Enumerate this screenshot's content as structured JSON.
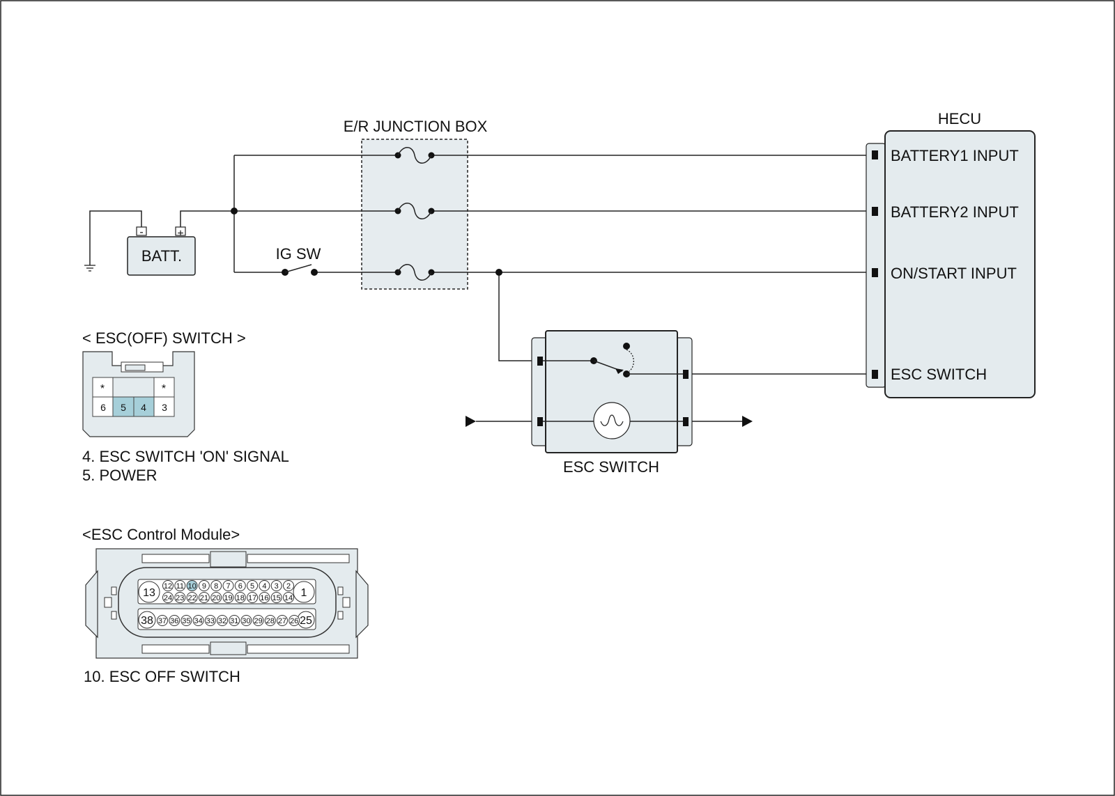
{
  "diagram": {
    "junction_box_title": "E/R JUNCTION BOX",
    "battery_label": "BATT.",
    "battery_neg": "-",
    "battery_pos": "+",
    "ig_sw_label": "IG SW",
    "hecu": {
      "title": "HECU",
      "inputs": [
        "BATTERY1 INPUT",
        "BATTERY2 INPUT",
        "ON/START INPUT",
        "ESC SWITCH"
      ]
    },
    "esc_switch_label": "ESC SWITCH"
  },
  "esc_off_switch_connector": {
    "title": "< ESC(OFF) SWITCH >",
    "marks": [
      "*",
      "*"
    ],
    "pins": [
      {
        "label": "6",
        "highlight": false
      },
      {
        "label": "5",
        "highlight": true
      },
      {
        "label": "4",
        "highlight": true
      },
      {
        "label": "3",
        "highlight": false
      }
    ],
    "notes": [
      "4. ESC SWITCH 'ON' SIGNAL",
      "5. POWER"
    ]
  },
  "esc_control_module_connector": {
    "title": "<ESC Control Module>",
    "big_pins": [
      "13",
      "1",
      "38",
      "25"
    ],
    "row1": [
      "12",
      "11",
      "10",
      "9",
      "8",
      "7",
      "6",
      "5",
      "4",
      "3",
      "2"
    ],
    "row2": [
      "24",
      "23",
      "22",
      "21",
      "20",
      "19",
      "18",
      "17",
      "16",
      "15",
      "14"
    ],
    "row3": [
      "37",
      "36",
      "35",
      "34",
      "33",
      "32",
      "31",
      "30",
      "29",
      "28",
      "27",
      "26"
    ],
    "highlight_pin": "10",
    "note": "10. ESC OFF SWITCH"
  }
}
